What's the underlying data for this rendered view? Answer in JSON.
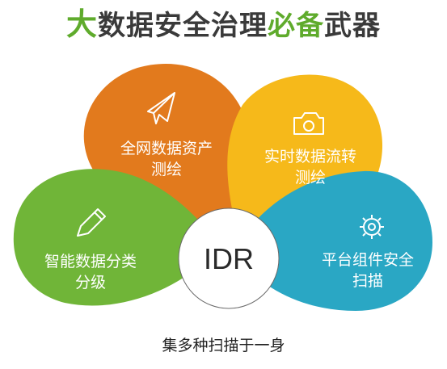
{
  "title": {
    "part1": "大",
    "part2": "数据安全治理",
    "part3": "必备",
    "part4": "武器"
  },
  "colors": {
    "orange": "#e27a1d",
    "yellow": "#f6b91a",
    "green": "#70b538",
    "teal": "#2aa7c4",
    "title_accent": "#5fab2c"
  },
  "petals": [
    {
      "id": "asset",
      "icon": "paper-plane-icon",
      "lines": [
        "全网数据资产",
        "测绘"
      ]
    },
    {
      "id": "flow",
      "icon": "camera-icon",
      "lines": [
        "实时数据流转",
        "测绘"
      ]
    },
    {
      "id": "classify",
      "icon": "pencil-icon",
      "lines": [
        "智能数据分类",
        "分级"
      ]
    },
    {
      "id": "scan",
      "icon": "gear-icon",
      "lines": [
        "平台组件安全",
        "扫描"
      ]
    }
  ],
  "core": "IDR",
  "footer": "集多种扫描于一身"
}
